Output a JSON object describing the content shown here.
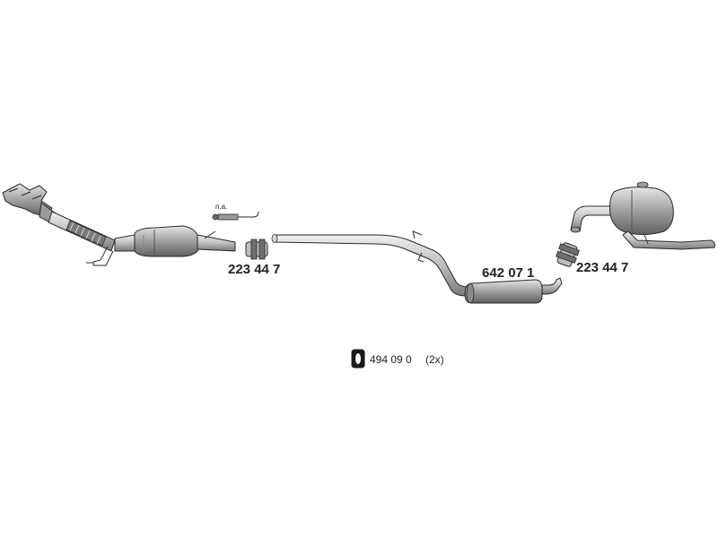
{
  "parts": {
    "clamp_front": "223 44 7",
    "middle_silencer": "642 07 1",
    "clamp_rear": "223 44 7",
    "sensor_note": "n.a."
  },
  "mounting": {
    "number": "494 09 0",
    "qty": "(2x)"
  },
  "colors": {
    "ink": "#2a2a2a",
    "fill_light": "#d4d4d4",
    "fill_mid": "#a9a9a9",
    "fill_dark": "#6e6e6e"
  }
}
